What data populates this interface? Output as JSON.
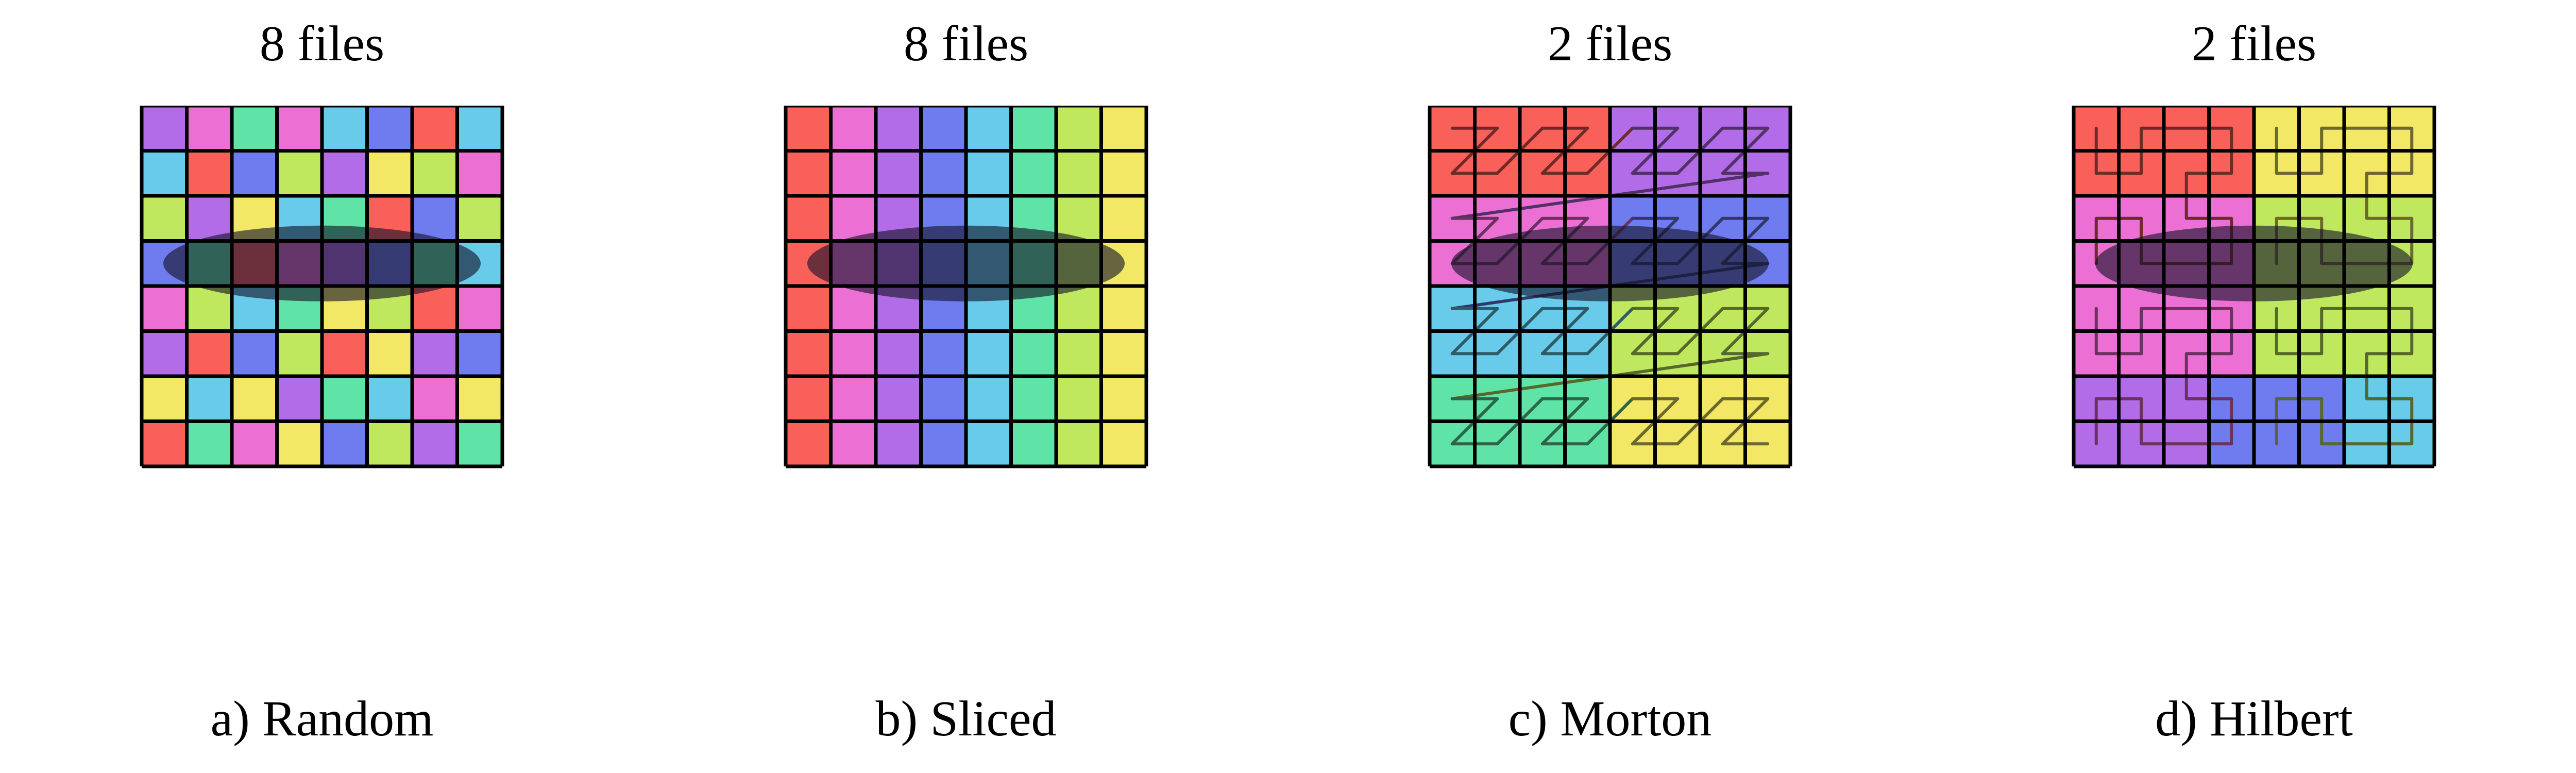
{
  "figure": {
    "panel_count": 4,
    "grid_rows": 8,
    "grid_cols": 8
  },
  "palette": {
    "red": "#f9605a",
    "pink": "#ec6fd4",
    "purple": "#b36ce8",
    "blue": "#6f7cf0",
    "cyan": "#68cbe9",
    "green": "#60e3a6",
    "lime": "#bfe85f",
    "yellow": "#f2e865",
    "grid_line": "#000000",
    "overlay_ellipse": "rgba(20,20,40,0.62)",
    "text": "#000000",
    "background": "#ffffff"
  },
  "ellipse": {
    "note": "query region overlay",
    "cx_frac": 0.5,
    "cy_frac": 0.4375,
    "rx_frac": 0.44,
    "ry_frac": 0.105
  },
  "panels": [
    {
      "id": "random",
      "title": "8 files",
      "caption": "a) Random",
      "files": 8,
      "layout": "random",
      "curve": "none",
      "cells": [
        [
          "purple",
          "pink",
          "green",
          "pink",
          "cyan",
          "blue",
          "red",
          "cyan"
        ],
        [
          "cyan",
          "red",
          "blue",
          "lime",
          "purple",
          "yellow",
          "lime",
          "pink"
        ],
        [
          "lime",
          "purple",
          "yellow",
          "cyan",
          "green",
          "red",
          "blue",
          "lime"
        ],
        [
          "blue",
          "green",
          "red",
          "pink",
          "purple",
          "blue",
          "green",
          "cyan"
        ],
        [
          "pink",
          "lime",
          "cyan",
          "green",
          "yellow",
          "lime",
          "red",
          "pink"
        ],
        [
          "purple",
          "red",
          "blue",
          "lime",
          "red",
          "yellow",
          "purple",
          "blue"
        ],
        [
          "yellow",
          "cyan",
          "yellow",
          "purple",
          "green",
          "cyan",
          "pink",
          "yellow"
        ],
        [
          "red",
          "green",
          "pink",
          "yellow",
          "blue",
          "lime",
          "purple",
          "green"
        ]
      ]
    },
    {
      "id": "sliced",
      "title": "8 files",
      "caption": "b) Sliced",
      "files": 8,
      "layout": "column-stripes",
      "curve": "none",
      "columns": [
        "red",
        "pink",
        "purple",
        "blue",
        "cyan",
        "green",
        "lime",
        "yellow"
      ]
    },
    {
      "id": "morton",
      "title": "2 files",
      "caption": "c) Morton",
      "files": 2,
      "layout": "z-order-blocks",
      "curve": "morton",
      "block_rows": 4,
      "block_cols": 2,
      "blocks": [
        [
          "red",
          "purple"
        ],
        [
          "pink",
          "blue"
        ],
        [
          "cyan",
          "lime"
        ],
        [
          "green",
          "yellow"
        ]
      ]
    },
    {
      "id": "hilbert",
      "title": "2 files",
      "caption": "d) Hilbert",
      "files": 2,
      "layout": "hilbert-blocks",
      "curve": "hilbert",
      "block_rows": 2,
      "block_cols": 2,
      "blocks_4x4": [
        [
          "red",
          "yellow"
        ],
        [
          "pink",
          "lime"
        ]
      ],
      "blocks_lower": [
        [
          "purple",
          "blue",
          "cyan"
        ]
      ]
    }
  ]
}
